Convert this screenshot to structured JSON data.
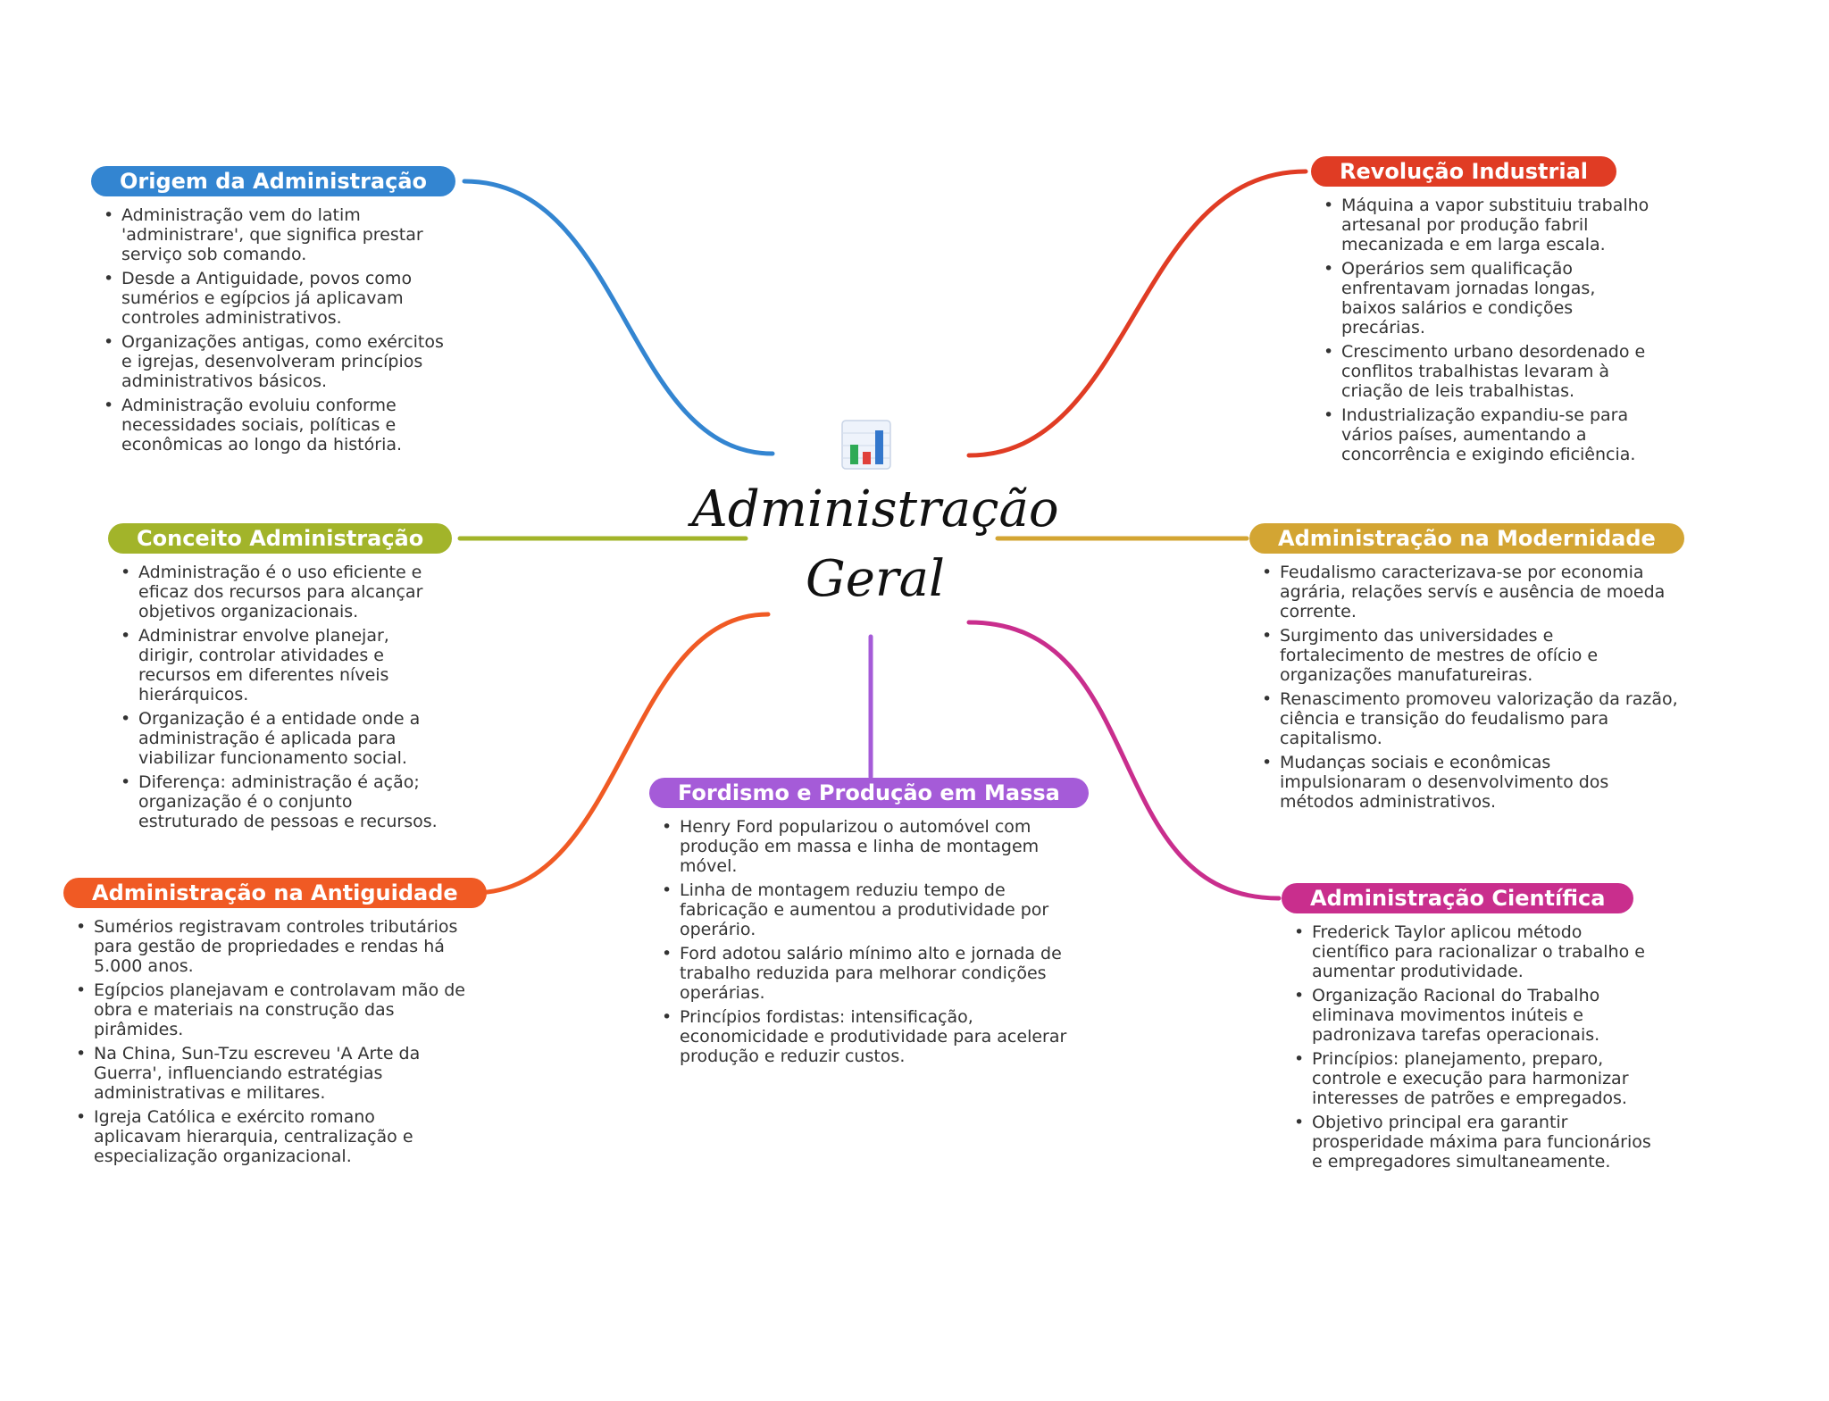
{
  "central": {
    "title_line1": "Administração",
    "title_line2": "Geral",
    "icon": "bar-chart-icon"
  },
  "colors": {
    "origem": "#3385d1",
    "conceito": "#a2b42a",
    "antiguidade": "#f05a24",
    "fordismo": "#a55bd8",
    "revolucao": "#e03c24",
    "modernidade": "#d3a533",
    "cientifica": "#c92e8d",
    "icon_green": "#2eaa55",
    "icon_red": "#e0403a",
    "icon_blue": "#3377cc"
  },
  "branches": {
    "origem": {
      "title": "Origem da Administração",
      "items": [
        "Administração vem do latim 'administrare', que significa prestar serviço sob comando.",
        "Desde a Antiguidade, povos como sumérios e egípcios já aplicavam controles administrativos.",
        "Organizações antigas, como exércitos e igrejas, desenvolveram princípios administrativos básicos.",
        "Administração evoluiu conforme necessidades sociais, políticas e econômicas ao longo da história."
      ]
    },
    "conceito": {
      "title": "Conceito Administração",
      "items": [
        "Administração é o uso eficiente e eficaz dos recursos para alcançar objetivos organizacionais.",
        "Administrar envolve planejar, dirigir, controlar atividades e recursos em diferentes níveis hierárquicos.",
        "Organização é a entidade onde a administração é aplicada para viabilizar funcionamento social.",
        "Diferença: administração é ação; organização é o conjunto estruturado de pessoas e recursos."
      ]
    },
    "antiguidade": {
      "title": "Administração na Antiguidade",
      "items": [
        "Sumérios registravam controles tributários para gestão de propriedades e rendas há 5.000 anos.",
        "Egípcios planejavam e controlavam mão de obra e materiais na construção das pirâmides.",
        "Na China, Sun-Tzu escreveu 'A Arte da Guerra', influenciando estratégias administrativas e militares.",
        "Igreja Católica e exército romano aplicavam hierarquia, centralização e especialização organizacional."
      ]
    },
    "fordismo": {
      "title": "Fordismo e Produção em Massa",
      "items": [
        "Henry Ford popularizou o automóvel com produção em massa e linha de montagem móvel.",
        "Linha de montagem reduziu tempo de fabricação e aumentou a produtividade por operário.",
        "Ford adotou salário mínimo alto e jornada de trabalho reduzida para melhorar condições operárias.",
        "Princípios fordistas: intensificação, economicidade e produtividade para acelerar produção e reduzir custos."
      ]
    },
    "revolucao": {
      "title": "Revolução Industrial",
      "items": [
        "Máquina a vapor substituiu trabalho artesanal por produção fabril mecanizada e em larga escala.",
        "Operários sem qualificação enfrentavam jornadas longas, baixos salários e condições precárias.",
        "Crescimento urbano desordenado e conflitos trabalhistas levaram à criação de leis trabalhistas.",
        "Industrialização expandiu-se para vários países, aumentando a concorrência e exigindo eficiência."
      ]
    },
    "modernidade": {
      "title": "Administração na Modernidade",
      "items": [
        "Feudalismo caracterizava-se por economia agrária, relações servís e ausência de moeda corrente.",
        "Surgimento das universidades e fortalecimento de mestres de ofício e organizações manufatureiras.",
        "Renascimento promoveu valorização da razão, ciência e transição do feudalismo para capitalismo.",
        "Mudanças sociais e econômicas impulsionaram o desenvolvimento dos métodos administrativos."
      ]
    },
    "cientifica": {
      "title": "Administração Científica",
      "items": [
        "Frederick Taylor aplicou método científico para racionalizar o trabalho e aumentar produtividade.",
        "Organização Racional do Trabalho eliminava movimentos inúteis e padronizava tarefas operacionais.",
        "Princípios: planejamento, preparo, controle e execução para harmonizar interesses de patrões e empregados.",
        "Objetivo principal era garantir prosperidade máxima para funcionários e empregadores simultaneamente."
      ]
    }
  }
}
